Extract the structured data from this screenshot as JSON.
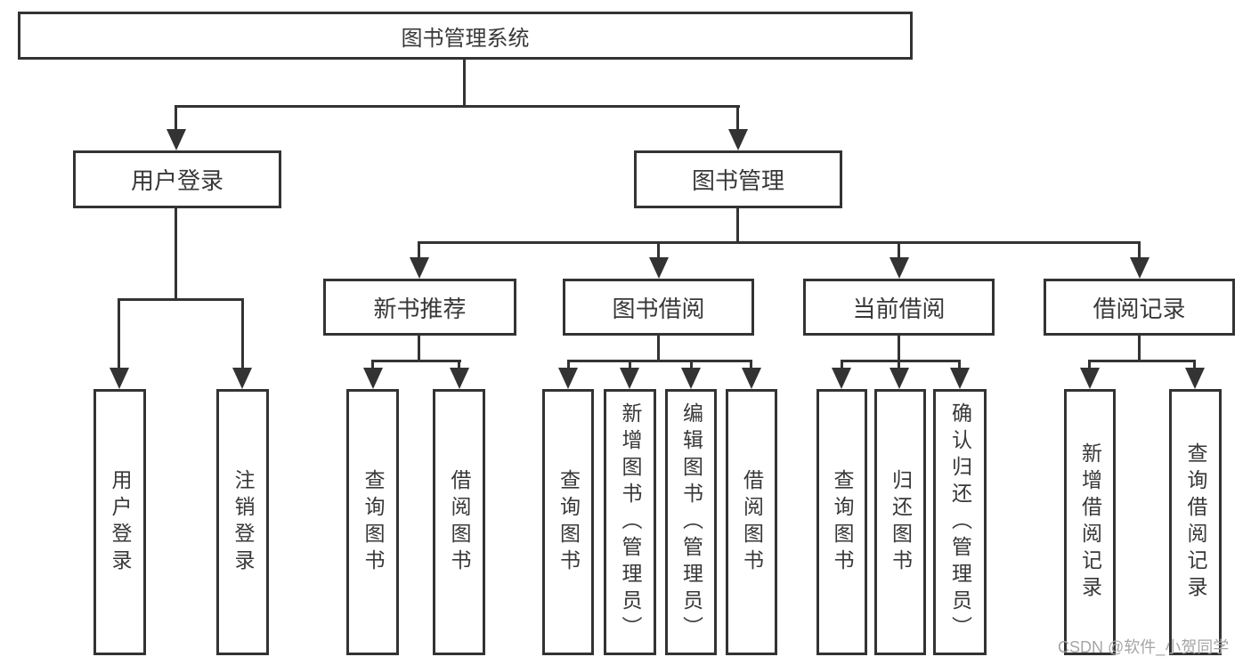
{
  "diagram_title": "图书管理系统",
  "watermark": "CSDN @软件_小贺同学",
  "colors": {
    "line": "#333333",
    "node_border": "#333333",
    "node_text": "#383838",
    "background": "#ffffff",
    "watermark": "#a6a6a6"
  },
  "tree": {
    "label": "图书管理系统",
    "children": [
      {
        "label": "用户登录",
        "children": [
          {
            "label": "用户登录"
          },
          {
            "label": "注销登录"
          }
        ]
      },
      {
        "label": "图书管理",
        "children": [
          {
            "label": "新书推荐",
            "children": [
              {
                "label": "查询图书"
              },
              {
                "label": "借阅图书"
              }
            ]
          },
          {
            "label": "图书借阅",
            "children": [
              {
                "label": "查询图书"
              },
              {
                "label": "新增图书（管理员）"
              },
              {
                "label": "编辑图书（管理员）"
              },
              {
                "label": "借阅图书"
              }
            ]
          },
          {
            "label": "当前借阅",
            "children": [
              {
                "label": "查询图书"
              },
              {
                "label": "归还图书"
              },
              {
                "label": "确认归还（管理员）"
              }
            ]
          },
          {
            "label": "借阅记录",
            "children": [
              {
                "label": "新增借阅记录"
              },
              {
                "label": "查询借阅记录"
              }
            ]
          }
        ]
      }
    ]
  }
}
